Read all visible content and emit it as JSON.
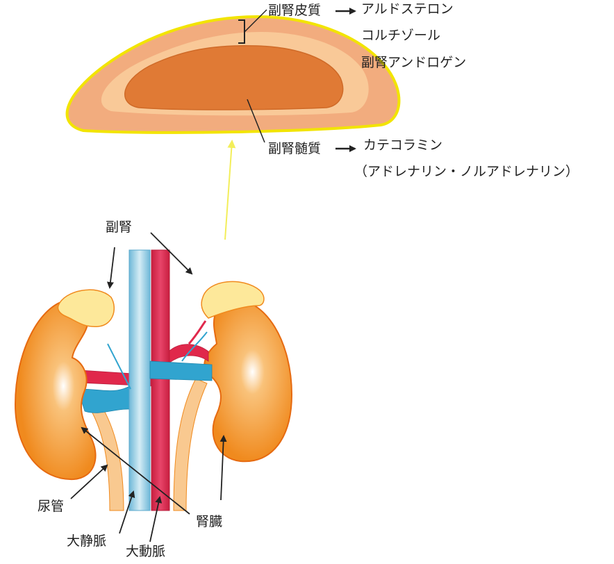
{
  "labels": {
    "cortex": "副腎皮質",
    "medulla": "副腎髄質",
    "adrenal": "副腎",
    "ureter": "尿管",
    "kidney": "腎臓",
    "vena_cava": "大静脈",
    "aorta": "大動脈"
  },
  "hormones": {
    "cortex": [
      "アルドステロン",
      "コルチゾール",
      "副腎アンドロゲン"
    ],
    "medulla": [
      "カテコラミン",
      "（アドレナリン・ノルアドレナリン）"
    ]
  },
  "colors": {
    "gland_outline": "#f2e400",
    "cortex_outer": "#f2ac7e",
    "cortex_band": "#f9c998",
    "medulla": "#e07a35",
    "kidney": "#f08a1e",
    "adrenal_cap": "#fde89a",
    "vein": "#31a4cf",
    "artery": "#e0284b",
    "ureter": "#f9c990",
    "pointer_arrow": "#f3ee5a"
  }
}
